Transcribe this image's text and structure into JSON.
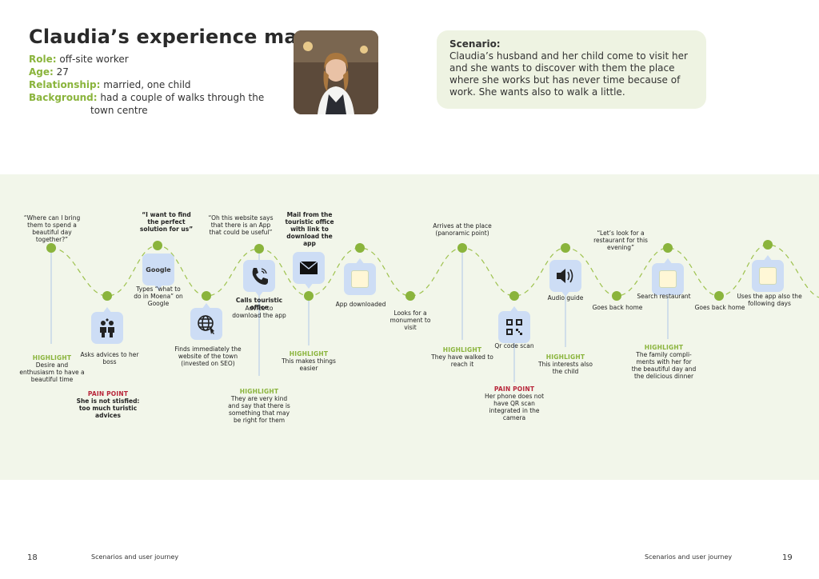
{
  "header": {
    "title": "Claudia’s experience map",
    "role_key": "Role:",
    "role_val": "off-site worker",
    "age_key": "Age:",
    "age_val": "27",
    "rel_key": "Relationship:",
    "rel_val": "married, one child",
    "bg_key": "Background:",
    "bg_val1": "had a couple of walks through the",
    "bg_val2": "town centre"
  },
  "scenario": {
    "label": "Scenario:",
    "text": "Claudia’s husband and her child come to visit her and she wants to discover with them the place where she works but has never time because of work. She wants also to walk a little."
  },
  "steps": {
    "s1_quote": "“Where can I bring them to spend a beautiful day together?”",
    "s1_hl_label": "HIGHLIGHT",
    "s1_hl_text": "Desire and enthusiasm to have a beautiful time",
    "s2_text": "Asks advices to her boss",
    "s2_pp_label": "PAIN POINT",
    "s2_pp_text": "She is not stisfied: too much turistic advices",
    "s3_quote": "“I want to find the perfect solution for us”",
    "s3_icon": "Google",
    "s3_text": "Types “what to do in Moena” on Google",
    "s4_text": "Finds immediately the website of the town (invested on SEO)",
    "s5_quote": "“Oh this website says that there is an App that could be useful”",
    "s5_text_bold": "Calls touristic office",
    "s5_text": "Advice to download the app",
    "s5_hl_label": "HIGHLIGHT",
    "s5_hl_text": "They are very kind and say that there is something that may be right for them",
    "s6_quote": "Mail from the touristic office with link to download the app",
    "s6_hl_label": "HIGHLIGHT",
    "s6_hl_text": "This makes things easier",
    "s7_text": "App downloaded",
    "s8_text": "Looks for a monument to visit",
    "s9_quote": "Arrives at the place (panoramic point)",
    "s9_hl_label": "HIGHLIGHT",
    "s9_hl_text": "They have walked to reach it",
    "s10_text": "Qr code scan",
    "s10_pp_label": "PAIN POINT",
    "s10_pp_text": "Her phone does not have QR scan integrated in the camera",
    "s11_text": "Audio guide",
    "s11_hl_label": "HIGHLIGHT",
    "s11_hl_text": "This interests also the child",
    "s12_quote": "“Let’s look for a restaurant for this evening”",
    "s12_text": "Goes back home",
    "s13_text": "Search restaurant",
    "s13_hl_label": "HIGHLIGHT",
    "s13_hl_text": "The family compli- ments with her for the beautiful day and the delicious dinner",
    "s14_text": "Goes back home",
    "s15_text": "Uses the app also the following days"
  },
  "footer": {
    "left_num": "18",
    "left_text": "Scenarios and user journey",
    "right_text": "Scenarios and user journey",
    "right_num": "19"
  },
  "colors": {
    "accent_green": "#8ab43c",
    "pain_red": "#b8263a",
    "band_bg": "#f2f6ea",
    "pin_blue": "#cdddf5"
  }
}
